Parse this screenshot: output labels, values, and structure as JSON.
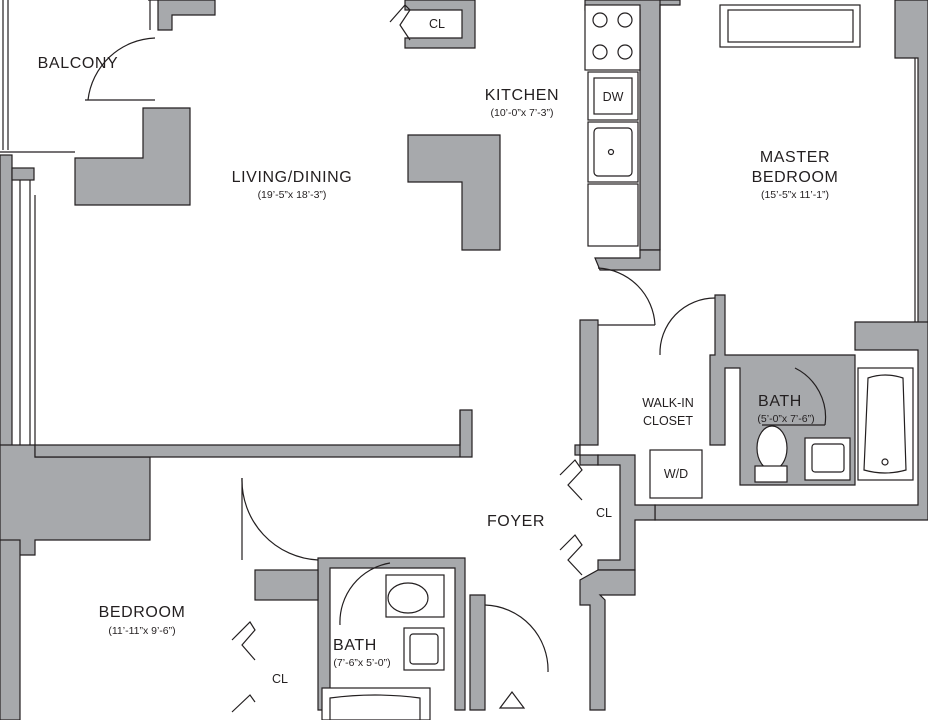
{
  "rooms": {
    "balcony": {
      "name": "BALCONY"
    },
    "living": {
      "name": "LIVING/DINING",
      "dims": "(19’-5”x 18’-3”)"
    },
    "kitchen": {
      "name": "KITCHEN",
      "dims": "(10’-0”x 7’-3”)"
    },
    "master": {
      "name_line1": "MASTER",
      "name_line2": "BEDROOM",
      "dims": "(15’-5”x 11’-1”)"
    },
    "walkin": {
      "name_line1": "WALK-IN",
      "name_line2": "CLOSET"
    },
    "mbath": {
      "name": "BATH",
      "dims": "(5’-0”x 7’-6”)"
    },
    "foyer": {
      "name": "FOYER"
    },
    "bedroom": {
      "name": "BEDROOM",
      "dims": "(11’-11”x 9’-6”)"
    },
    "bath2": {
      "name": "BATH",
      "dims": "(7’-6”x 5’-0”)"
    }
  },
  "fixtures": {
    "closet_top": "CL",
    "closet_foyer": "CL",
    "closet_bedroom": "CL",
    "dishwasher": "DW",
    "washer_dryer": "W/D"
  }
}
